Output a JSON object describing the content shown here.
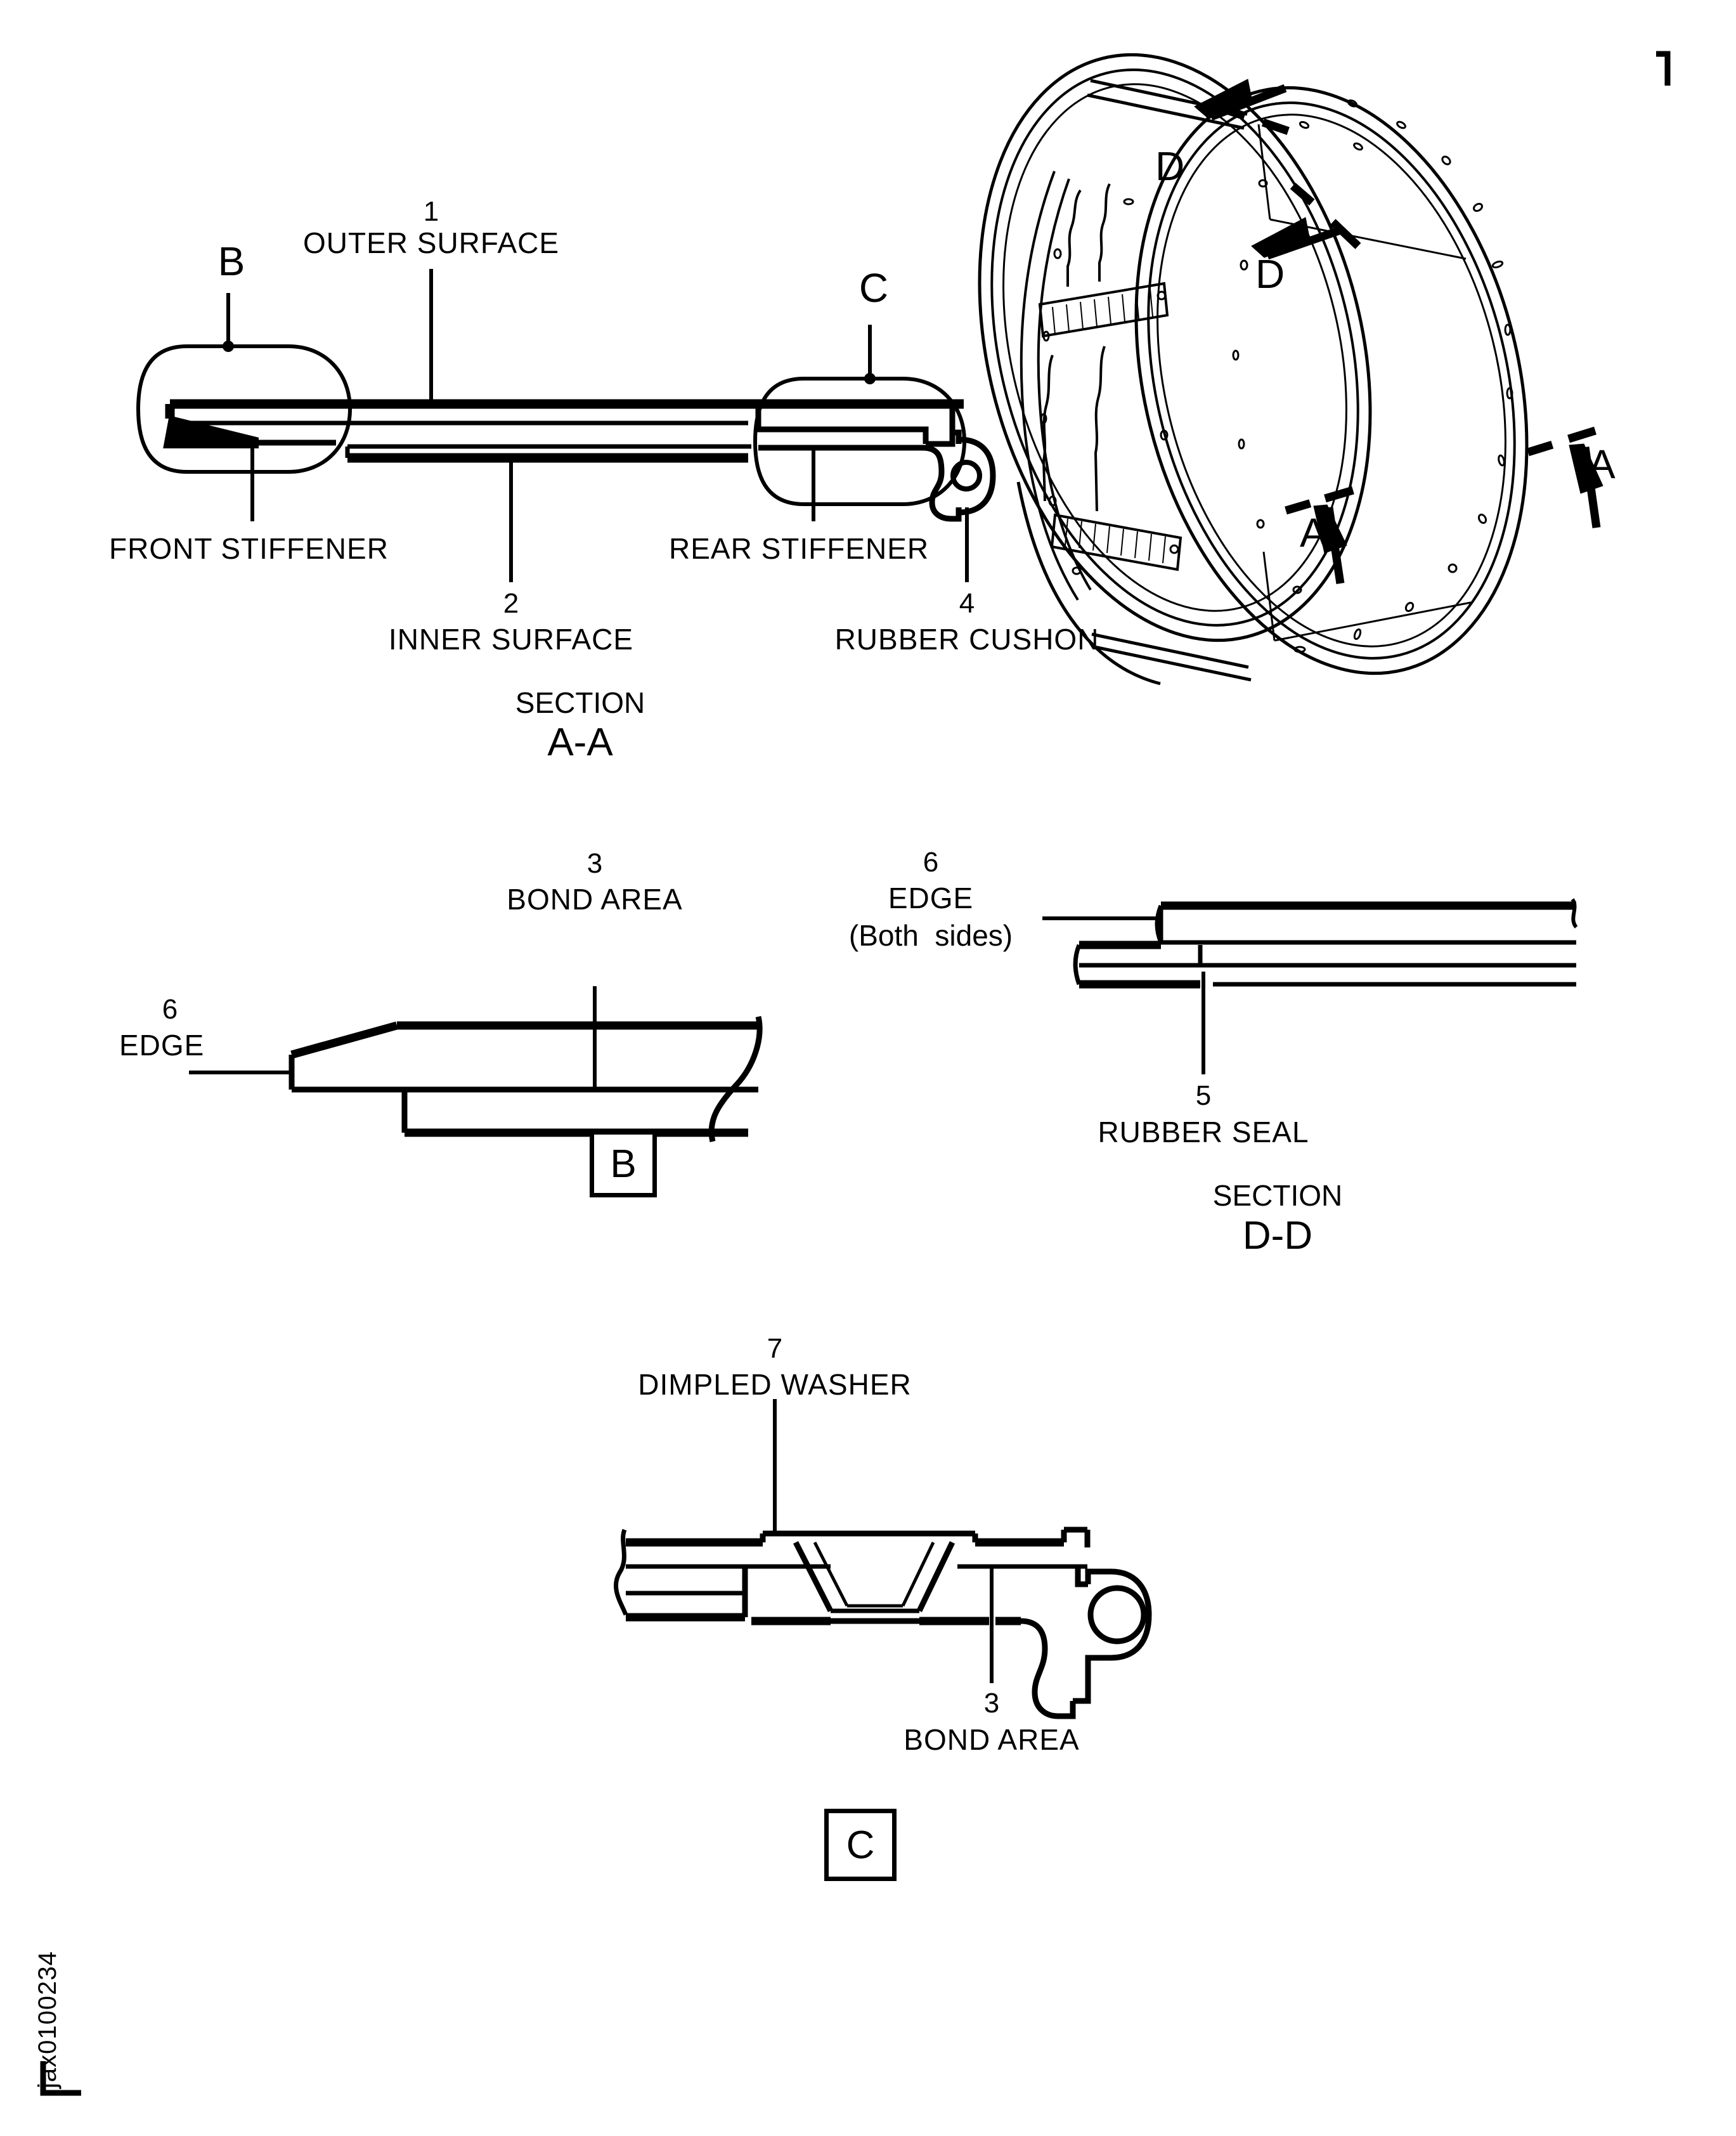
{
  "sheet": {
    "drawing_id": "jax0100234",
    "stroke_color": "#000000",
    "background": "#ffffff"
  },
  "section_aa": {
    "title_line1": "SECTION",
    "title_line2": "A-A",
    "detail_marker_left": "B",
    "detail_marker_right": "C",
    "callouts": [
      {
        "number": "1",
        "label": "OUTER SURFACE"
      },
      {
        "number": "2",
        "label": "INNER SURFACE"
      },
      {
        "number": "4",
        "label": "RUBBER CUSHON"
      }
    ],
    "plain_labels": [
      {
        "label": "FRONT STIFFENER"
      },
      {
        "label": "REAR STIFFENER"
      }
    ]
  },
  "isometric_view": {
    "section_arrow_labels": [
      "D",
      "D",
      "A",
      "A"
    ]
  },
  "detail_b": {
    "box_letter": "B",
    "callouts": [
      {
        "number": "6",
        "label": "EDGE"
      },
      {
        "number": "3",
        "label": "BOND AREA"
      }
    ]
  },
  "section_dd": {
    "title_line1": "SECTION",
    "title_line2": "D-D",
    "callouts": [
      {
        "number": "6",
        "label": "EDGE",
        "sublabel": "(Both  sides)"
      },
      {
        "number": "5",
        "label": "RUBBER SEAL"
      }
    ]
  },
  "detail_c": {
    "box_letter": "C",
    "callouts": [
      {
        "number": "7",
        "label": "DIMPLED WASHER"
      },
      {
        "number": "3",
        "label": "BOND AREA"
      }
    ]
  }
}
